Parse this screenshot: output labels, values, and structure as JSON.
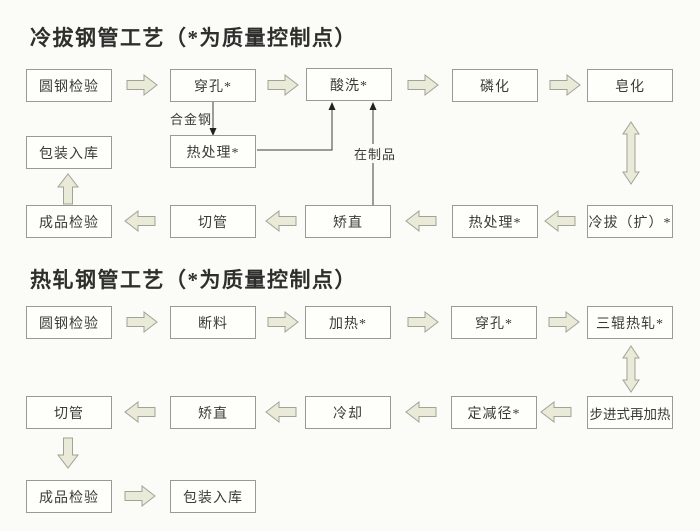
{
  "titles": {
    "section1": "冷拔钢管工艺（*为质量控制点）",
    "section2": "热轧钢管工艺（*为质量控制点）"
  },
  "nodes": [
    {
      "id": "cold-round-steel-inspection",
      "label": "圆钢检验"
    },
    {
      "id": "cold-piercing",
      "label": "穿孔*"
    },
    {
      "id": "pickling",
      "label": "酸洗*"
    },
    {
      "id": "phosphating",
      "label": "磷化"
    },
    {
      "id": "saponification",
      "label": "皂化"
    },
    {
      "id": "cold-packing-storage",
      "label": "包装入库"
    },
    {
      "id": "alloy-heat-treatment",
      "label": "热处理*"
    },
    {
      "id": "cold-finished-inspection",
      "label": "成品检验"
    },
    {
      "id": "cold-pipe-cutting",
      "label": "切管"
    },
    {
      "id": "cold-straightening",
      "label": "矫直"
    },
    {
      "id": "cold-heat-treatment",
      "label": "热处理*"
    },
    {
      "id": "cold-drawing-expanding",
      "label": "冷拔（扩）*"
    },
    {
      "id": "hot-round-steel-inspection",
      "label": "圆钢检验"
    },
    {
      "id": "billet-cutting",
      "label": "断料"
    },
    {
      "id": "heating",
      "label": "加热*"
    },
    {
      "id": "hot-piercing",
      "label": "穿孔*"
    },
    {
      "id": "three-roll-hot-rolling",
      "label": "三辊热轧*"
    },
    {
      "id": "hot-pipe-cutting",
      "label": "切管"
    },
    {
      "id": "hot-straightening",
      "label": "矫直"
    },
    {
      "id": "cooling",
      "label": "冷却"
    },
    {
      "id": "sizing-reducing",
      "label": "定减径*"
    },
    {
      "id": "walking-beam-reheating",
      "label": "步进式再加热"
    },
    {
      "id": "hot-finished-inspection",
      "label": "成品检验"
    },
    {
      "id": "hot-packing-storage",
      "label": "包装入库"
    }
  ],
  "annotations": {
    "alloy_steel": "合金钢",
    "in_process": "在制品"
  },
  "colors": {
    "background": "#fbfbf8",
    "box_fill": "#fefefb",
    "box_border": "#999a93",
    "arrow_fill": "#e9ebd8",
    "arrow_stroke": "#a1a394",
    "connector_line": "#3c3c3a",
    "text": "#3b3b37"
  }
}
